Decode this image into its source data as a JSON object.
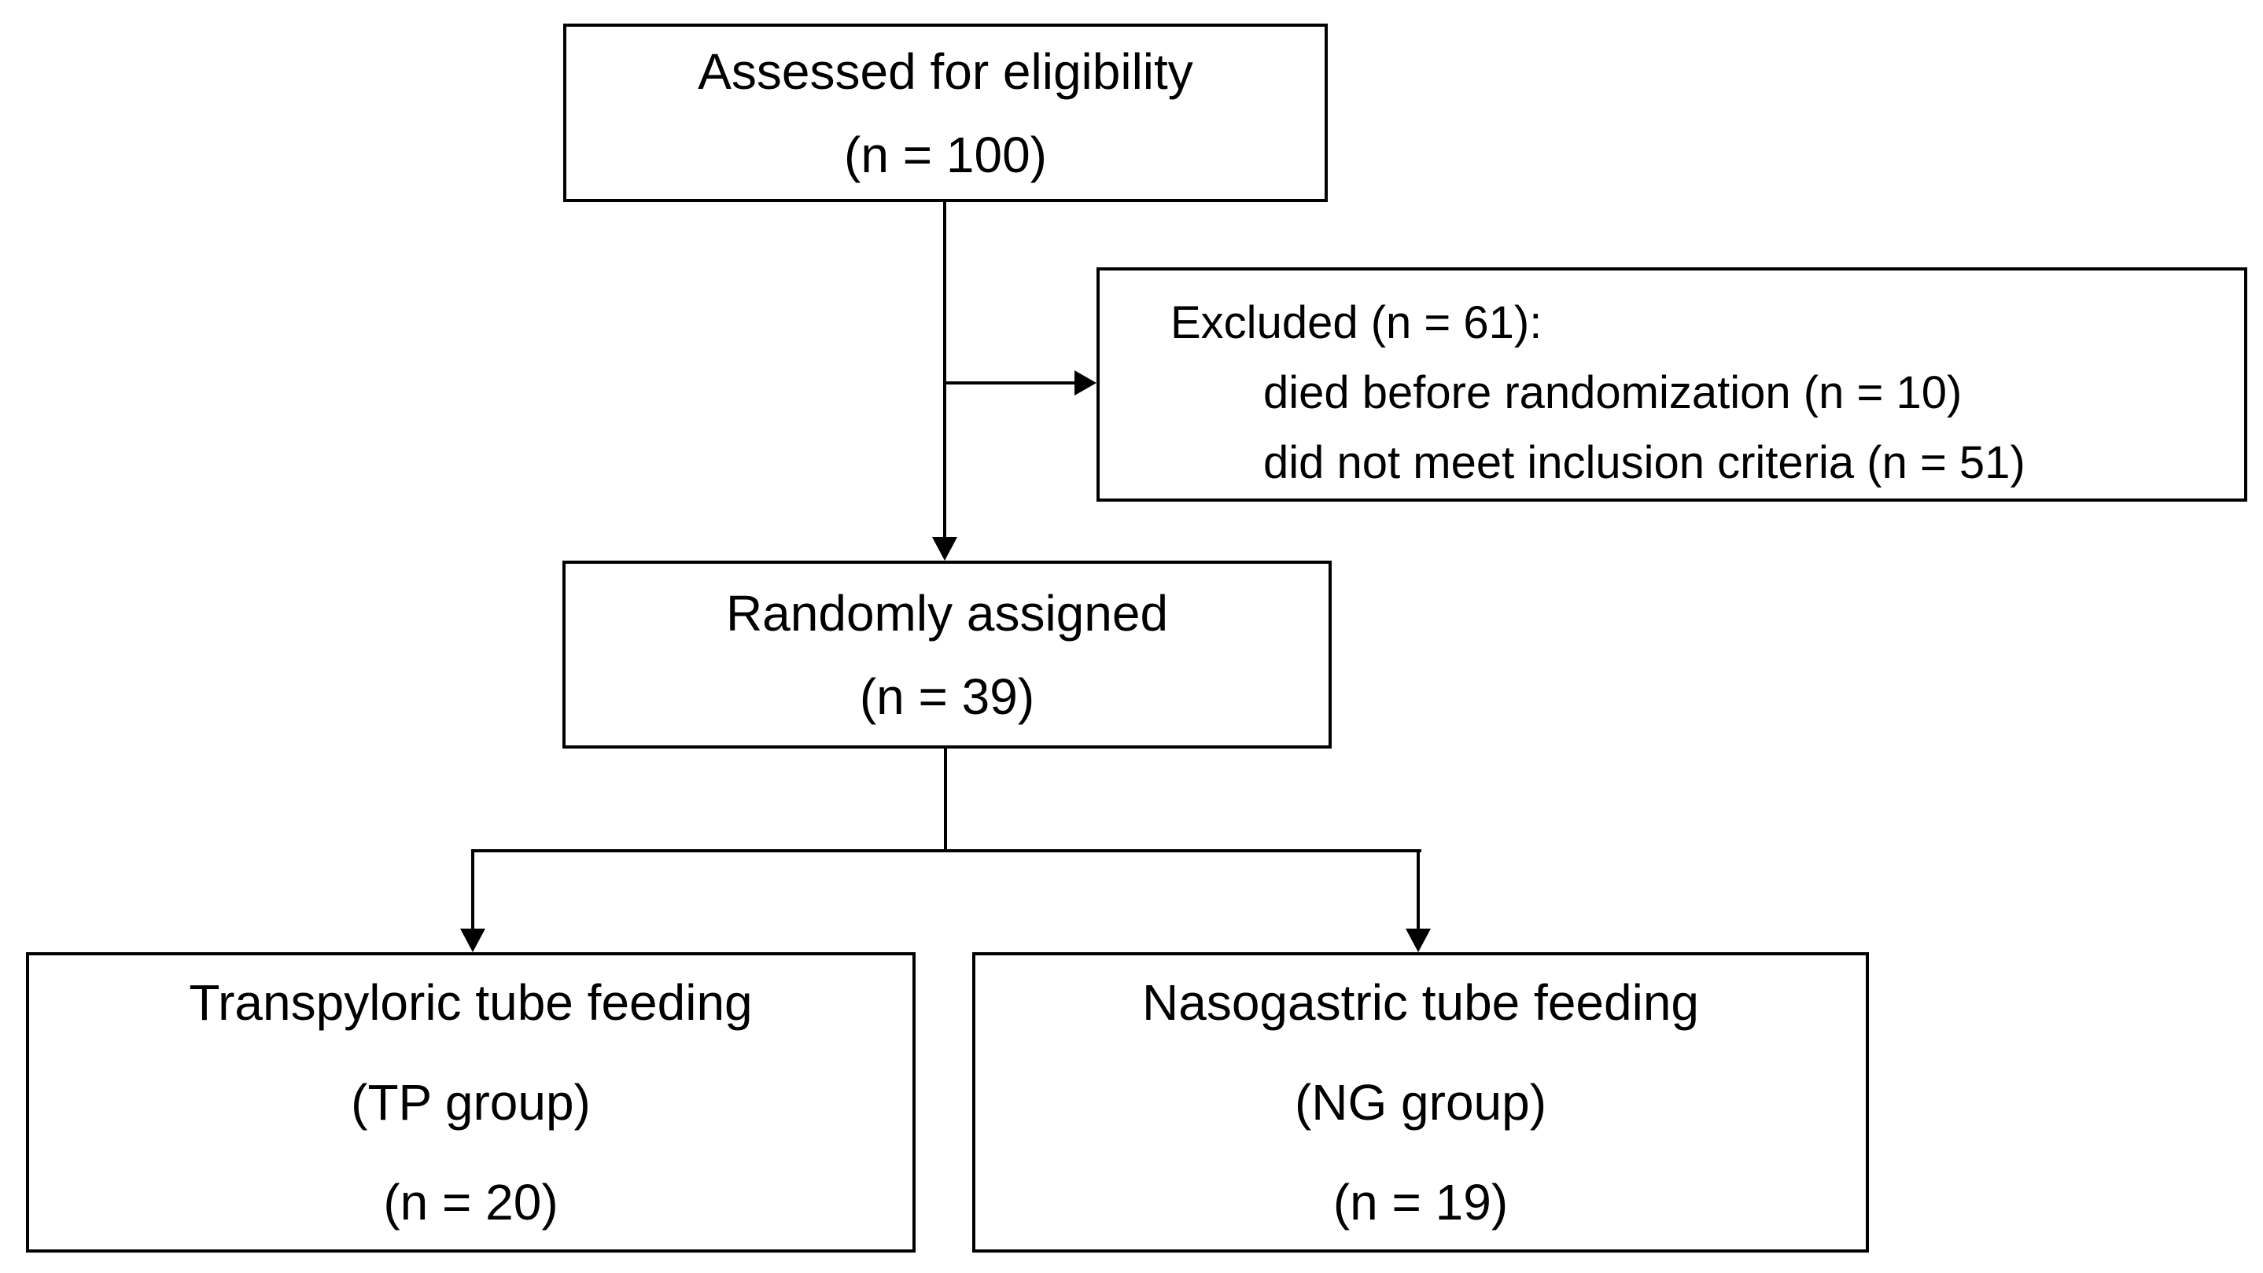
{
  "diagram": {
    "type": "flowchart",
    "description": "Participant flow diagram (CONSORT style) for a randomized trial of transpyloric vs nasogastric tube feeding",
    "colors": {
      "background": "#ffffff",
      "box_fill": "#ffffff",
      "box_border": "#000000",
      "text": "#000000",
      "connector": "#000000"
    },
    "nodes": {
      "assessed": {
        "lines": [
          "Assessed for eligibility",
          "(n = 100)"
        ]
      },
      "excluded": {
        "lines": [
          "Excluded (n = 61):",
          "died before randomization (n = 10)",
          "did not meet inclusion criteria (n = 51)"
        ]
      },
      "randomized": {
        "lines": [
          "Randomly assigned",
          "(n = 39)"
        ]
      },
      "tp": {
        "lines": [
          "Transpyloric tube feeding",
          "(TP group)",
          "(n = 20)"
        ]
      },
      "ng": {
        "lines": [
          "Nasogastric tube feeding",
          "(NG group)",
          "(n = 19)"
        ]
      }
    },
    "edges": [
      {
        "from": "assessed",
        "to": "randomized",
        "style": "arrow"
      },
      {
        "from": "assessed",
        "to": "excluded",
        "style": "arrow"
      },
      {
        "from": "randomized",
        "to": "tp",
        "style": "arrow"
      },
      {
        "from": "randomized",
        "to": "ng",
        "style": "arrow"
      }
    ]
  }
}
